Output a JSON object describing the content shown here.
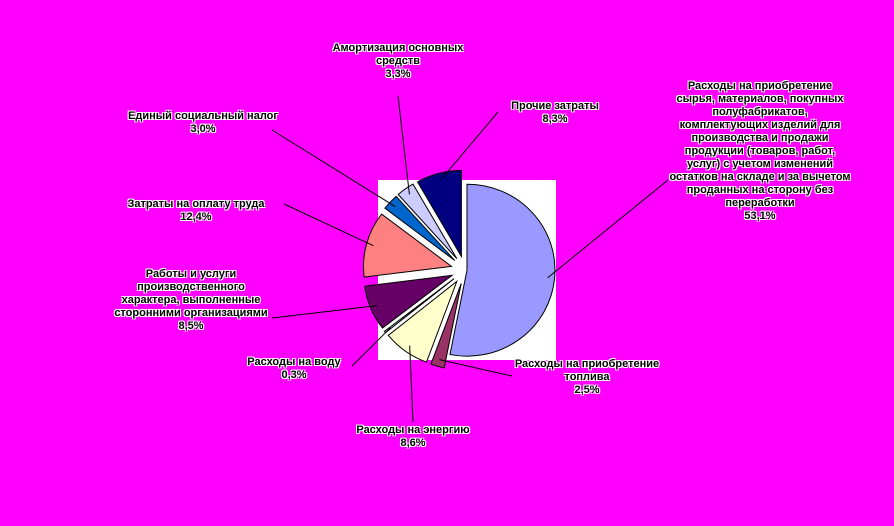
{
  "chart_data": {
    "type": "pie",
    "title": "",
    "slices": [
      {
        "label": "Расходы на приобретение сырья, материалов, покупных полуфабрикатов, комплектующих изделий для производства и продажи продукции (товаров, работ, услуг) с учетом изменений остатков на складе и за вычетом проданных на сторону без переработки",
        "percent_label": "53,1%",
        "value": 53.1,
        "color": "#9999FF"
      },
      {
        "label": "Расходы на приобретение топлива",
        "percent_label": "2,5%",
        "value": 2.5,
        "color": "#993366"
      },
      {
        "label": "Расходы на энергию",
        "percent_label": "8,6%",
        "value": 8.6,
        "color": "#FFFFCC"
      },
      {
        "label": "Расходы на воду",
        "percent_label": "0,3%",
        "value": 0.3,
        "color": "#CCFFFF"
      },
      {
        "label": "Работы и услуги производственного характера, выполненные сторонними организациями",
        "percent_label": "8,5%",
        "value": 8.5,
        "color": "#660066"
      },
      {
        "label": "Затраты на оплату труда",
        "percent_label": "12,4%",
        "value": 12.4,
        "color": "#FF8080"
      },
      {
        "label": "Единый социальный налог",
        "percent_label": "3,0%",
        "value": 3.0,
        "color": "#0066CC"
      },
      {
        "label": "Амортизация основных средств",
        "percent_label": "3,3%",
        "value": 3.3,
        "color": "#CCCCFF"
      },
      {
        "label": "Прочие затраты",
        "percent_label": "8,3%",
        "value": 8.3,
        "color": "#000080"
      }
    ]
  }
}
